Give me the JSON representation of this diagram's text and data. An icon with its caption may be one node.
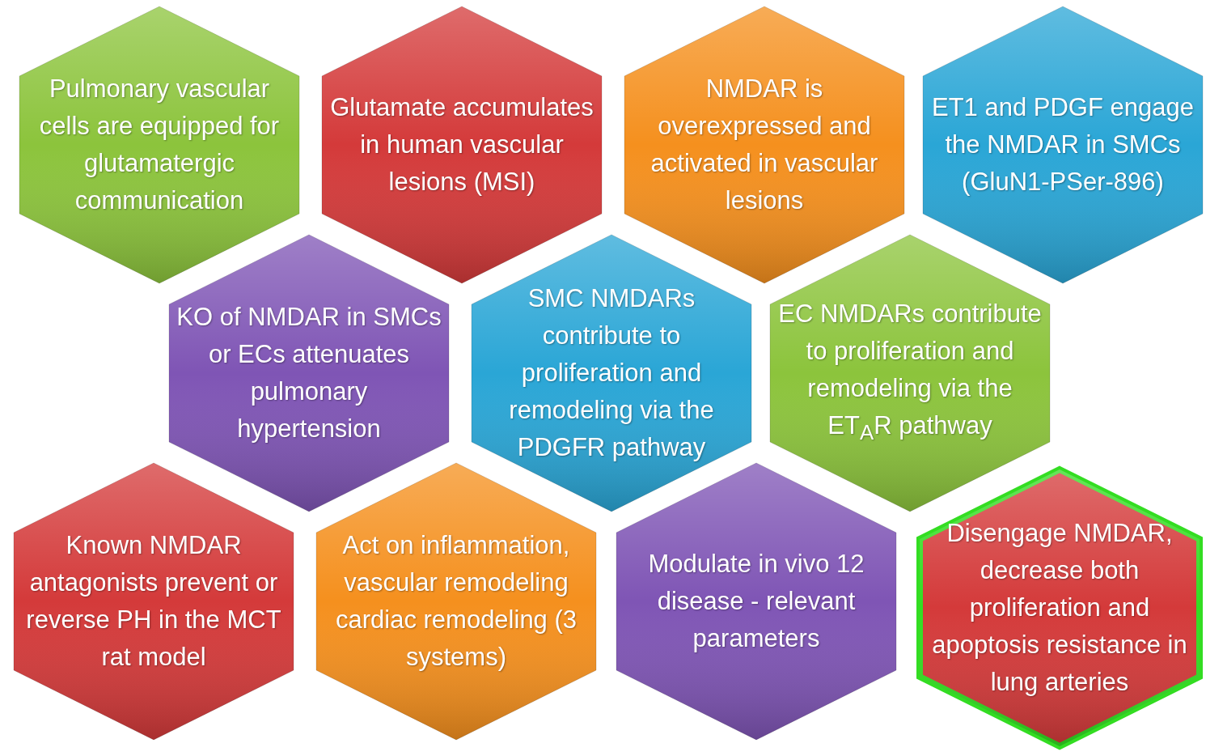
{
  "diagram": {
    "nodes": [
      {
        "text": [
          "Pulmonary vascular cells are equipped for glutamatergic communication"
        ]
      },
      {
        "text": [
          "Glutamate accumulates in human vascular lesions (MSI)"
        ]
      },
      {
        "text": [
          "NMDAR is overexpressed and activated in vascular lesions"
        ]
      },
      {
        "text": [
          "ET1 and PDGF engage the NMDAR in SMCs (GluN1-PSer-896)"
        ]
      },
      {
        "text": [
          "KO of NMDAR in SMCs or ECs attenuates pulmonary hypertension"
        ]
      },
      {
        "text": [
          "SMC NMDARs contribute to proliferation and remodeling via the PDGFR pathway"
        ]
      },
      {
        "text": [
          "EC NMDARs contribute to proliferation and remodeling via the ET$_{A}$R pathway"
        ]
      },
      {
        "text": [
          "Known NMDAR antagonists prevent or reverse PH in the MCT rat model"
        ]
      },
      {
        "text": [
          "Act on inflammation, vascular remodeling cardiac remodeling (3 systems)"
        ]
      },
      {
        "text": [
          "Modulate in vivo 12 disease - relevant parameters"
        ]
      },
      {
        "text": [
          "Disengage NMDAR, decrease both proliferation and apoptosis resistance in lung arteries"
        ]
      }
    ]
  }
}
